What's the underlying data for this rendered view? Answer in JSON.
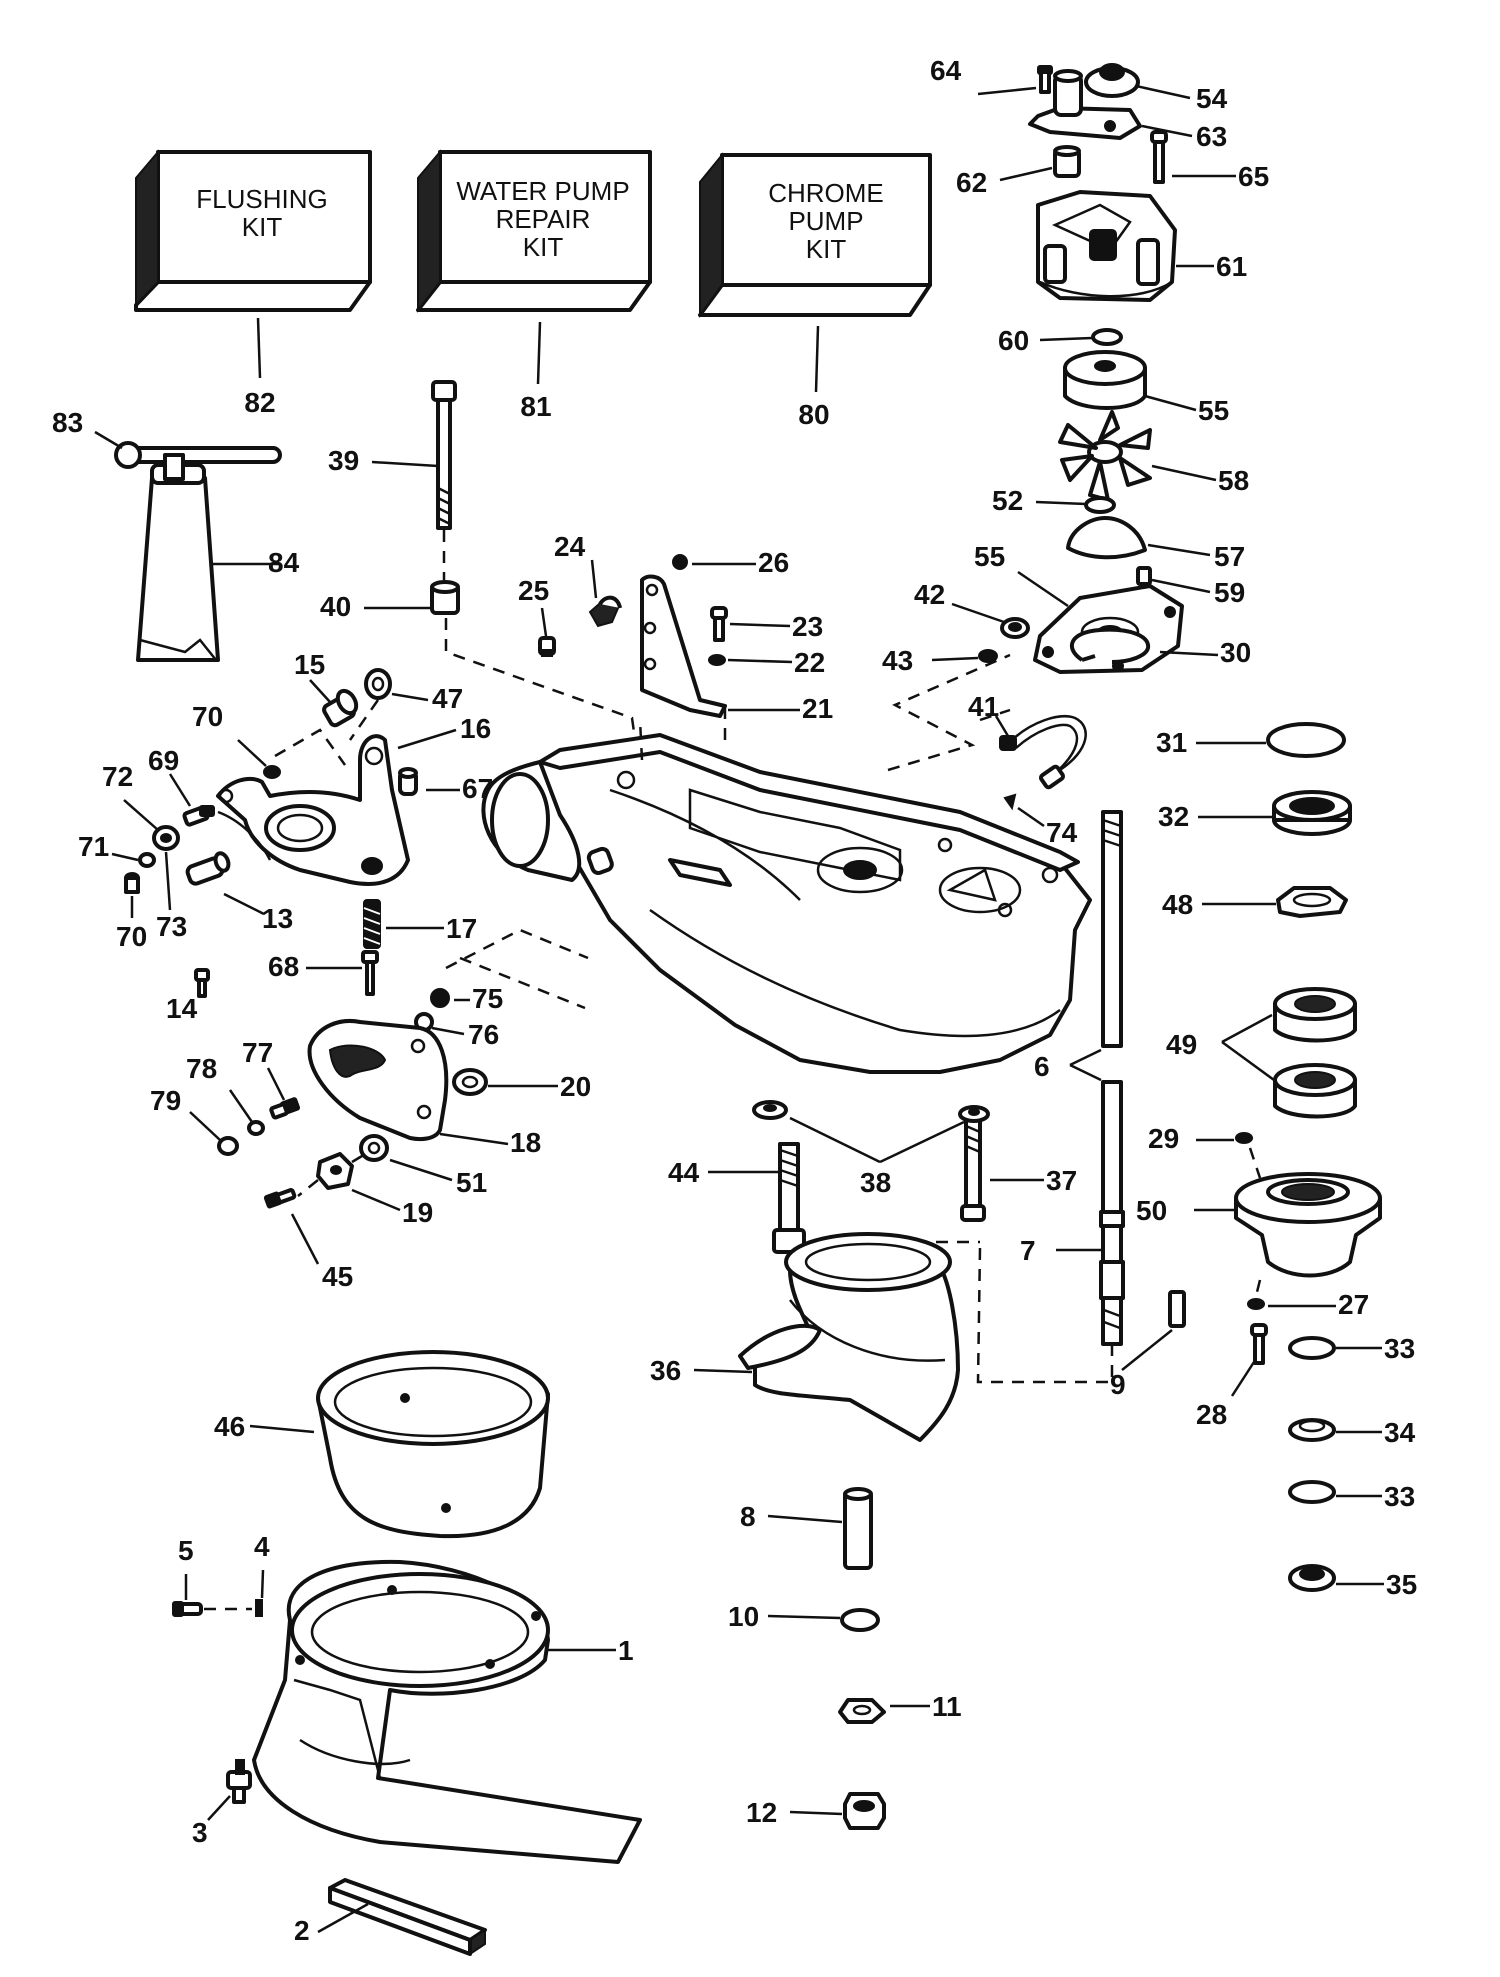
{
  "kits": [
    {
      "id": "82",
      "line1": "FLUSHING",
      "line2": "KIT",
      "line3": ""
    },
    {
      "id": "81",
      "line1": "WATER PUMP",
      "line2": "REPAIR",
      "line3": "KIT"
    },
    {
      "id": "80",
      "line1": "CHROME",
      "line2": "PUMP",
      "line3": "KIT"
    }
  ],
  "labels": {
    "p1": "1",
    "p2": "2",
    "p3": "3",
    "p4": "4",
    "p5": "5",
    "p6": "6",
    "p7": "7",
    "p8": "8",
    "p9": "9",
    "p10": "10",
    "p11": "11",
    "p12": "12",
    "p13": "13",
    "p14": "14",
    "p15": "15",
    "p16": "16",
    "p17": "17",
    "p18": "18",
    "p19": "19",
    "p20": "20",
    "p21": "21",
    "p22": "22",
    "p23": "23",
    "p24": "24",
    "p25": "25",
    "p26": "26",
    "p27": "27",
    "p28": "28",
    "p29": "29",
    "p30": "30",
    "p31": "31",
    "p32": "32",
    "p33a": "33",
    "p33b": "33",
    "p34": "34",
    "p35": "35",
    "p36": "36",
    "p37": "37",
    "p38": "38",
    "p39": "39",
    "p40": "40",
    "p41": "41",
    "p42": "42",
    "p43": "43",
    "p44": "44",
    "p45": "45",
    "p46": "46",
    "p47": "47",
    "p48": "48",
    "p49": "49",
    "p50": "50",
    "p51": "51",
    "p52": "52",
    "p54": "54",
    "p55a": "55",
    "p55b": "55",
    "p57": "57",
    "p58": "58",
    "p59": "59",
    "p60": "60",
    "p61": "61",
    "p62": "62",
    "p63": "63",
    "p64": "64",
    "p65": "65",
    "p67": "67",
    "p68": "68",
    "p69": "69",
    "p70a": "70",
    "p70b": "70",
    "p71": "71",
    "p72": "72",
    "p73": "73",
    "p74": "74",
    "p75": "75",
    "p76": "76",
    "p77": "77",
    "p78": "78",
    "p79": "79",
    "p80": "80",
    "p81": "81",
    "p82": "82",
    "p83": "83",
    "p84": "84"
  }
}
